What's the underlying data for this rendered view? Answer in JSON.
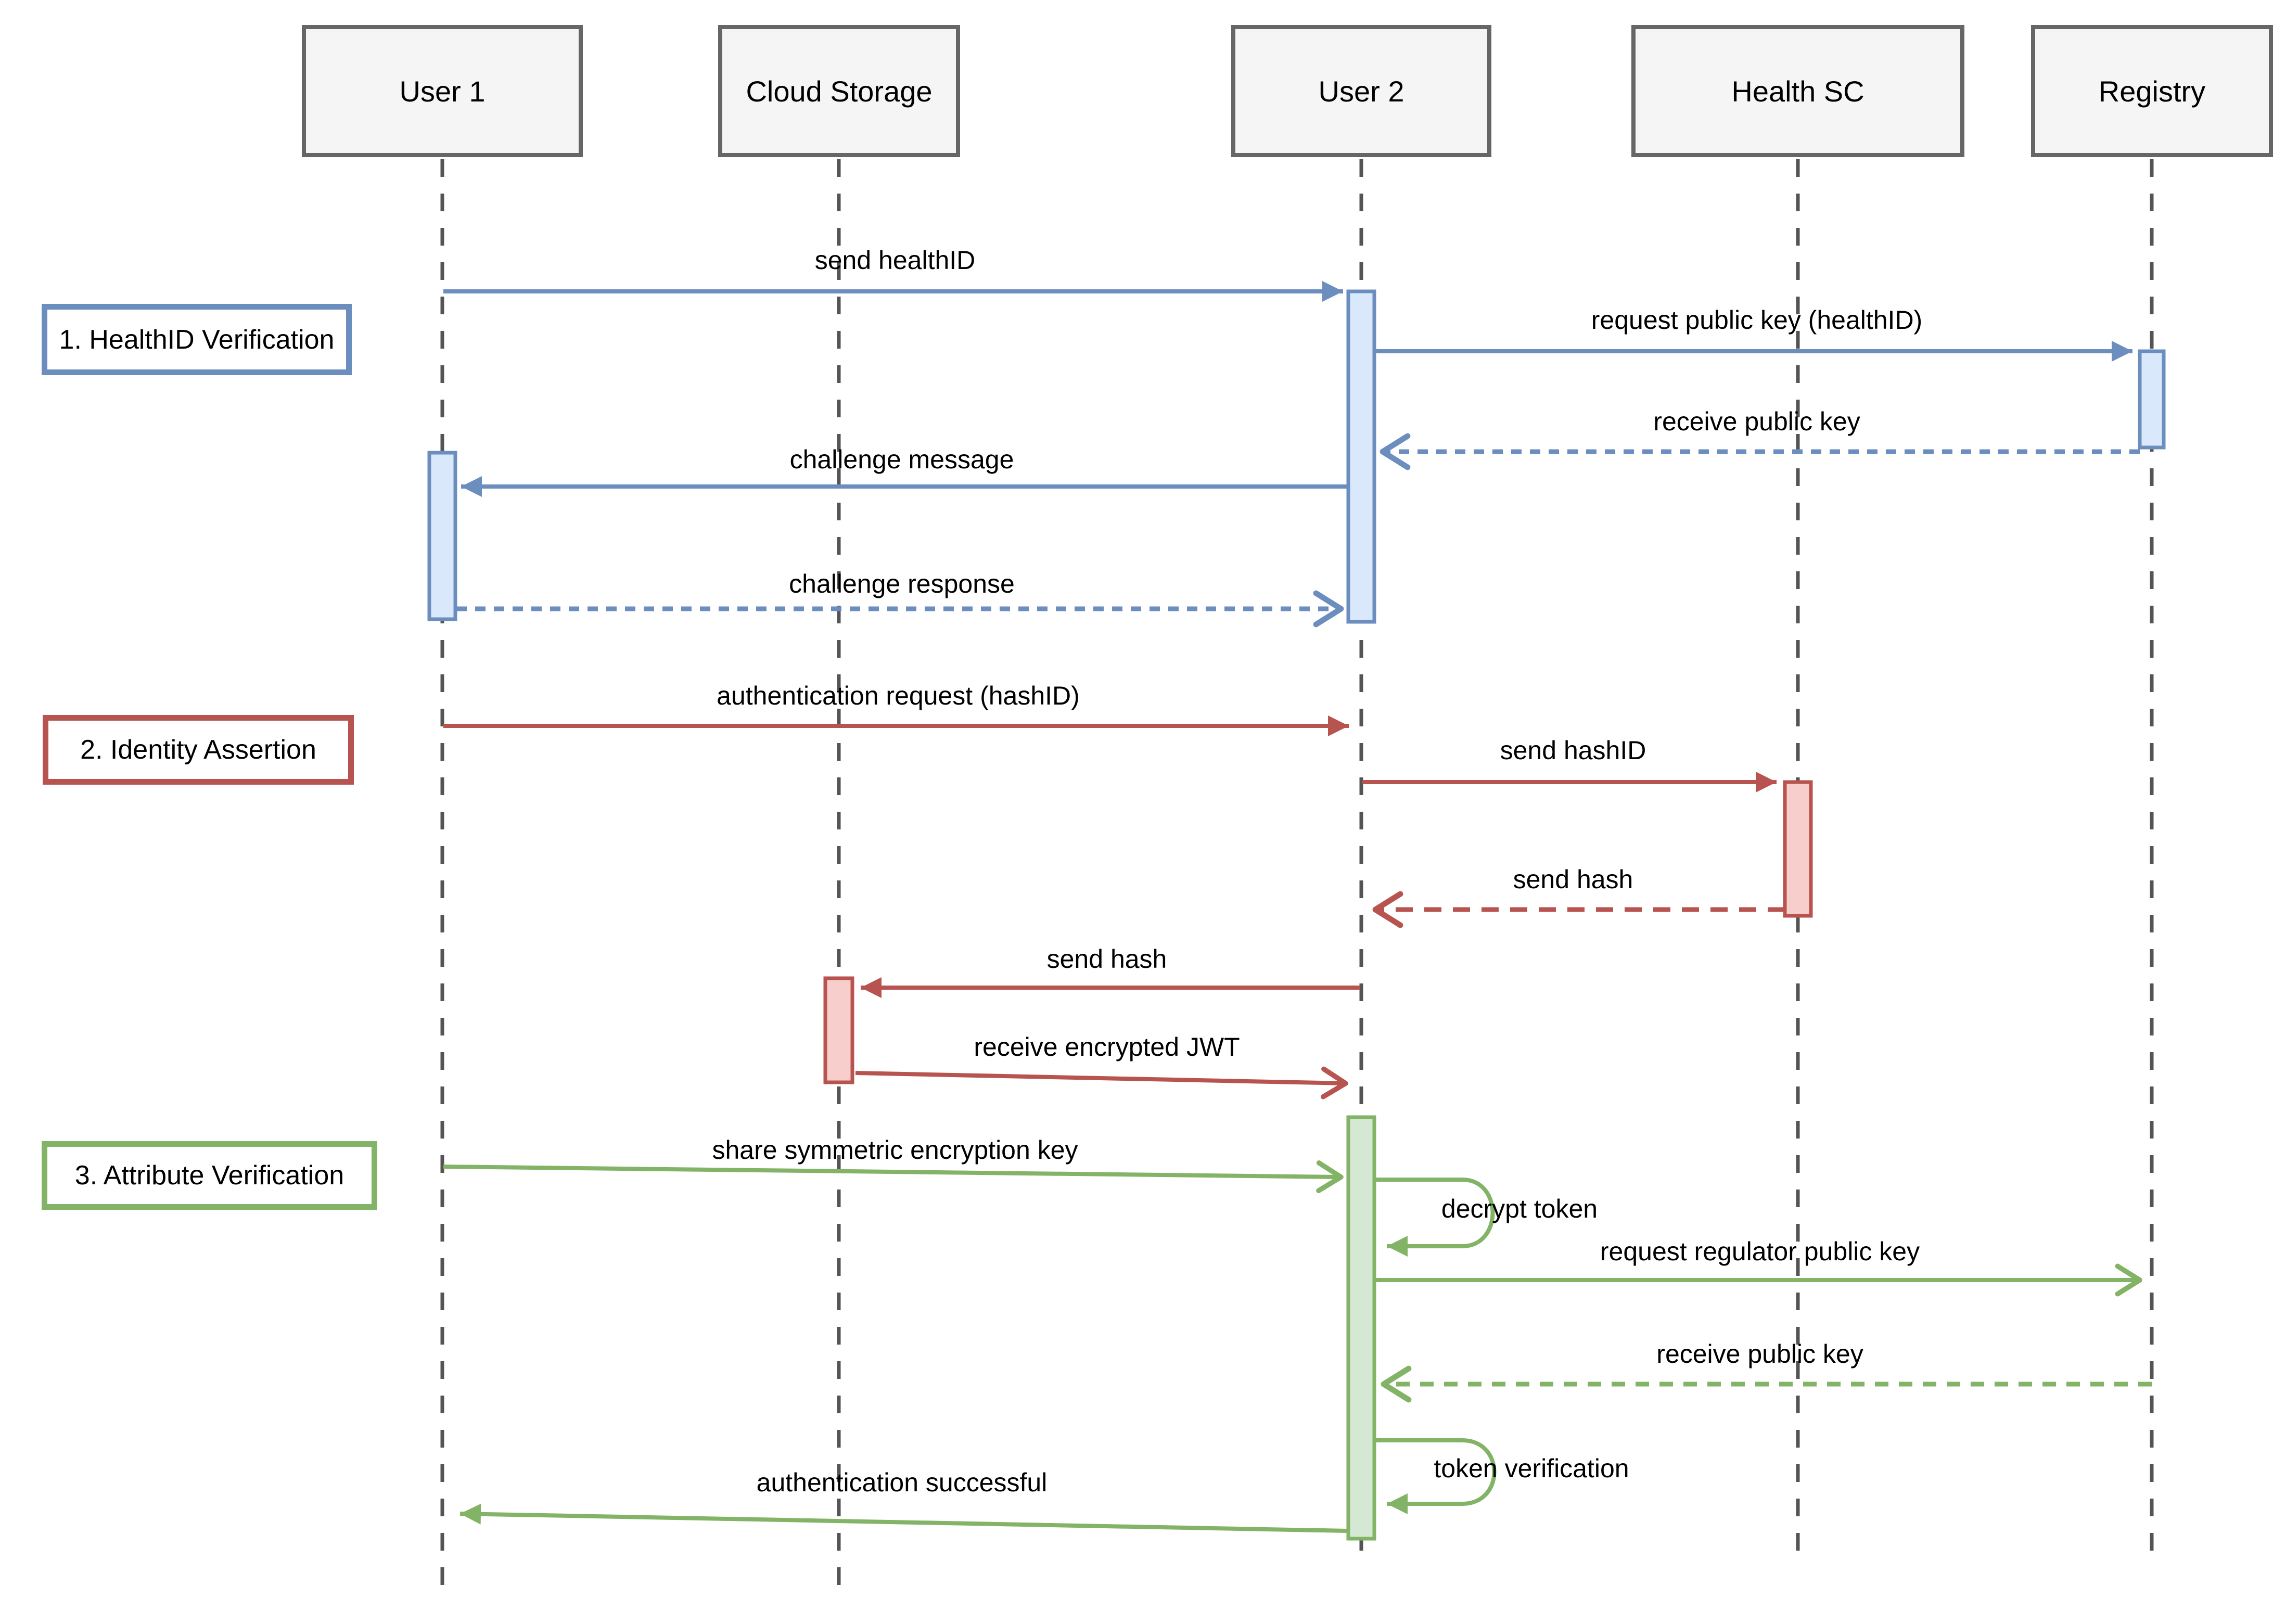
{
  "diagram_type": "uml-sequence-diagram",
  "colors": {
    "blue_stroke": "#6c8ebf",
    "blue_fill": "#dae8fc",
    "red_stroke": "#b85450",
    "red_fill": "#f8cecc",
    "green_stroke": "#82b366",
    "green_fill": "#d5e8d4",
    "actor_fill": "#f5f5f5",
    "actor_border": "#666666",
    "lifeline": "#545454",
    "text": "#000000",
    "background": "#ffffff"
  },
  "actors": [
    {
      "id": "user1",
      "label": "User 1"
    },
    {
      "id": "cloud-storage",
      "label": "Cloud Storage"
    },
    {
      "id": "user2",
      "label": "User 2"
    },
    {
      "id": "health-sc",
      "label": "Health SC"
    },
    {
      "id": "registry",
      "label": "Registry"
    }
  ],
  "phases": [
    {
      "number": 1,
      "label": "1. HealthID Verification",
      "color": "#6c8ebf"
    },
    {
      "number": 2,
      "label": "2. Identity Assertion",
      "color": "#b85450"
    },
    {
      "number": 3,
      "label": "3. Attribute Verification",
      "color": "#82b366"
    }
  ],
  "messages": [
    {
      "label": "send healthID",
      "from": "User 1",
      "to": "User 2",
      "line": "solid",
      "color": "blue"
    },
    {
      "label": "request public key (healthID)",
      "from": "User 2",
      "to": "Registry",
      "line": "solid",
      "color": "blue"
    },
    {
      "label": "receive public key",
      "from": "Registry",
      "to": "User 2",
      "line": "dashed",
      "color": "blue"
    },
    {
      "label": "challenge message",
      "from": "User 2",
      "to": "User 1",
      "line": "solid",
      "color": "blue"
    },
    {
      "label": "challenge response",
      "from": "User 1",
      "to": "User 2",
      "line": "dashed",
      "color": "blue"
    },
    {
      "label": "authentication request (hashID)",
      "from": "User 1",
      "to": "User 2",
      "line": "solid",
      "color": "red"
    },
    {
      "label": "send hashID",
      "from": "User 2",
      "to": "Health SC",
      "line": "solid",
      "color": "red"
    },
    {
      "label": "send hash",
      "from": "Health SC",
      "to": "User 2",
      "line": "dashed",
      "color": "red"
    },
    {
      "label": "send hash",
      "from": "User 2",
      "to": "Cloud Storage",
      "line": "solid",
      "color": "red"
    },
    {
      "label": "receive encrypted JWT",
      "from": "Cloud Storage",
      "to": "User 2",
      "line": "solid",
      "color": "red"
    },
    {
      "label": "share symmetric encryption key",
      "from": "User 1",
      "to": "User 2",
      "line": "solid",
      "color": "green"
    },
    {
      "label": "decrypt token",
      "from": "User 2",
      "to": "User 2",
      "line": "self-loop",
      "color": "green"
    },
    {
      "label": "request regulator public key",
      "from": "User 2",
      "to": "Registry",
      "line": "solid",
      "color": "green"
    },
    {
      "label": "receive public key",
      "from": "Registry",
      "to": "User 2",
      "line": "dashed",
      "color": "green"
    },
    {
      "label": "token verification",
      "from": "User 2",
      "to": "User 2",
      "line": "self-loop",
      "color": "green"
    },
    {
      "label": "authentication successful",
      "from": "User 2",
      "to": "User 1",
      "line": "solid",
      "color": "green"
    }
  ]
}
